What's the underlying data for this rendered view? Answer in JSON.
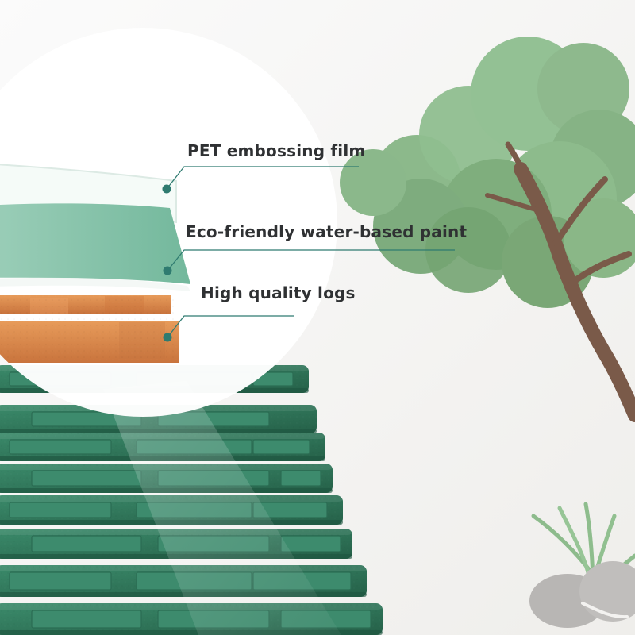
{
  "labels": {
    "pet_film": "PET embossing film",
    "paint": "Eco-friendly water-based paint",
    "logs": "High quality logs"
  },
  "colors": {
    "background": "#f3f2f0",
    "panel_green": "#2f7a5d",
    "panel_green_dark": "#245f48",
    "paint_green": "#7fc3a8",
    "wood_orange": "#d88a4b",
    "leader_line": "#2f7b70",
    "tree_green": "#8fb98d",
    "tree_trunk": "#7a5a49",
    "stone": "#b8b6b4"
  },
  "icons": {
    "callout_dot": "circle-dot-icon",
    "tree": "tree-illustration",
    "grass": "grass-illustration",
    "stone": "stone-illustration"
  }
}
